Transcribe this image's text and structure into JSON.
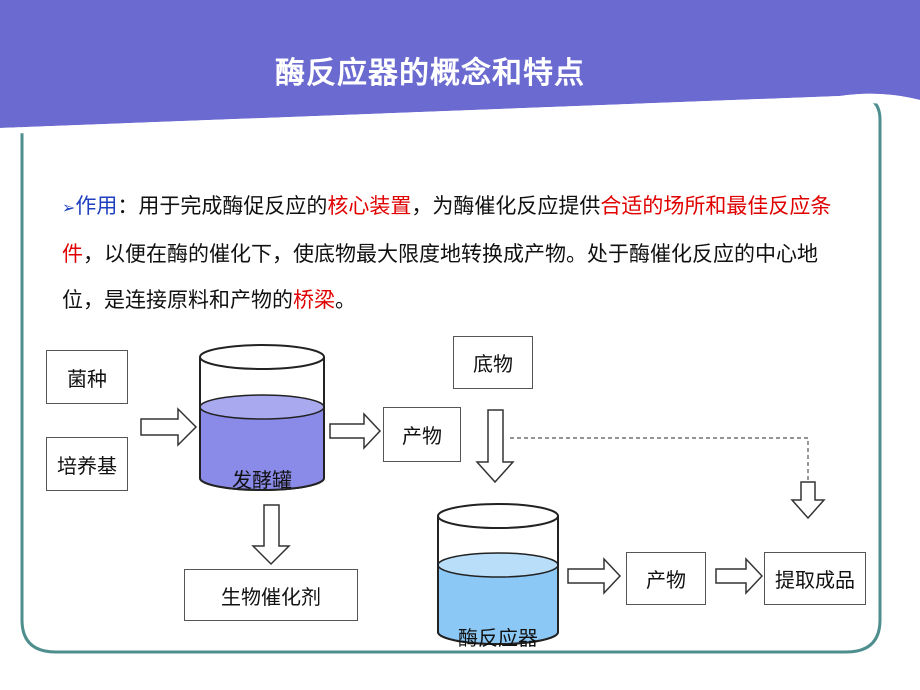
{
  "slide": {
    "title": "酶反应器的概念和特点"
  },
  "intro": {
    "bullet_symbol": "➢",
    "label": "作用",
    "colon": "：",
    "s1": "用于完成酶促反应的",
    "h1": "核心装置",
    "s2": "，为酶催化反应提供",
    "h2": "合适的场所和最佳反应条件",
    "s3": "，以便在酶的催化下，使底物最大限度地转换成产物。处于酶催化反应的中心地位，是连接原料和产物的",
    "h3": "桥梁",
    "s4": "。"
  },
  "diagram": {
    "strain": "菌种",
    "medium": "培养基",
    "fermenter": "发酵罐",
    "product_1": "产物",
    "biocatalyst": "生物催化剂",
    "substrate": "底物",
    "enzyme_reactor": "酶反应器",
    "product_2": "产物",
    "final_product": "提取成品"
  },
  "colors": {
    "banner": "#6a6ad0",
    "frame_border": "#4f8e8e",
    "highlight_red": "#e00000",
    "highlight_blue": "#1f3fbf",
    "fermenter_liquid": "#8a8ae8",
    "reactor_liquid": "#8cc8f5"
  }
}
